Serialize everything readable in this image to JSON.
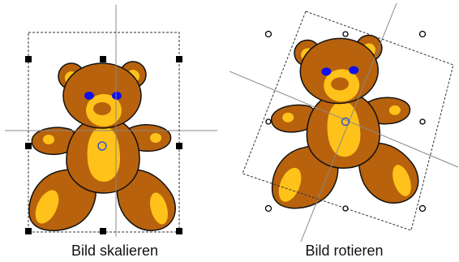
{
  "panels": [
    {
      "caption": "Bild skalieren",
      "mode": "scale"
    },
    {
      "caption": "Bild rotieren",
      "mode": "rotate"
    }
  ],
  "colors": {
    "fur": "#B8620D",
    "fur_light": "#FFC21A",
    "eyes": "#1010EE",
    "outline": "#111111",
    "guide_line": "#888888",
    "selection_border": "#333333",
    "center_marker": "#3355CC"
  }
}
